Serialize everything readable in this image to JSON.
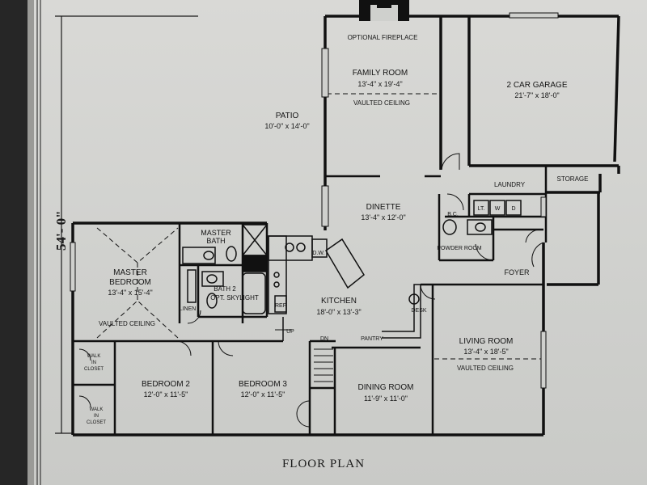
{
  "caption": "FLOOR PLAN",
  "overall_dimension": "54'- 0\"",
  "rooms": {
    "optional_fireplace": "OPTIONAL FIREPLACE",
    "family_room": {
      "name": "FAMILY ROOM",
      "size": "13'-4\" x 19'-4\"",
      "note": "VAULTED CEILING"
    },
    "garage": {
      "name": "2 CAR GARAGE",
      "size": "21'-7\" x 18'-0\""
    },
    "storage": "STORAGE",
    "laundry": "LAUNDRY",
    "patio": {
      "name": "PATIO",
      "size": "10'-0\" x 14'-0\""
    },
    "dinette": {
      "name": "DINETTE",
      "size": "13'-4\" x 12'-0\""
    },
    "master_bath": {
      "line1": "MASTER",
      "line2": "BATH"
    },
    "master_bedroom": {
      "line1": "MASTER",
      "line2": "BEDROOM",
      "size": "13'-4\" x 15'-4\"",
      "note": "VAULTED CEILING"
    },
    "bath2": {
      "line1": "BATH 2",
      "line2": "OPT. SKYLIGHT"
    },
    "linen": "LINEN",
    "kitchen": {
      "name": "KITCHEN",
      "size": "18'-0\" x 13'-3\""
    },
    "powder_room": "POWDER ROOM",
    "foyer": "FOYER",
    "living_room": {
      "name": "LIVING ROOM",
      "size": "13'-4\" x 18'-5\"",
      "note": "VAULTED CEILING"
    },
    "bedroom2": {
      "name": "BEDROOM 2",
      "size": "12'-0\" x 11'-5\""
    },
    "bedroom3": {
      "name": "BEDROOM 3",
      "size": "12'-0\" x 11'-5\""
    },
    "dining_room": {
      "name": "DINING ROOM",
      "size": "11'-9\" x 11'-0\""
    },
    "walk_in_closet_1": {
      "line1": "WALK",
      "line2": "IN",
      "line3": "CLOSET"
    },
    "walk_in_closet_2": {
      "line1": "WALK",
      "line2": "IN",
      "line3": "CLOSET"
    }
  },
  "fixtures": {
    "dw": "D.W.",
    "ref": "REF",
    "desk": "DESK",
    "pantry": "PANTRY",
    "up": "UP",
    "dn": "DN",
    "bc": "B.C.",
    "lt": "LT.",
    "w": "W",
    "d": "D"
  }
}
